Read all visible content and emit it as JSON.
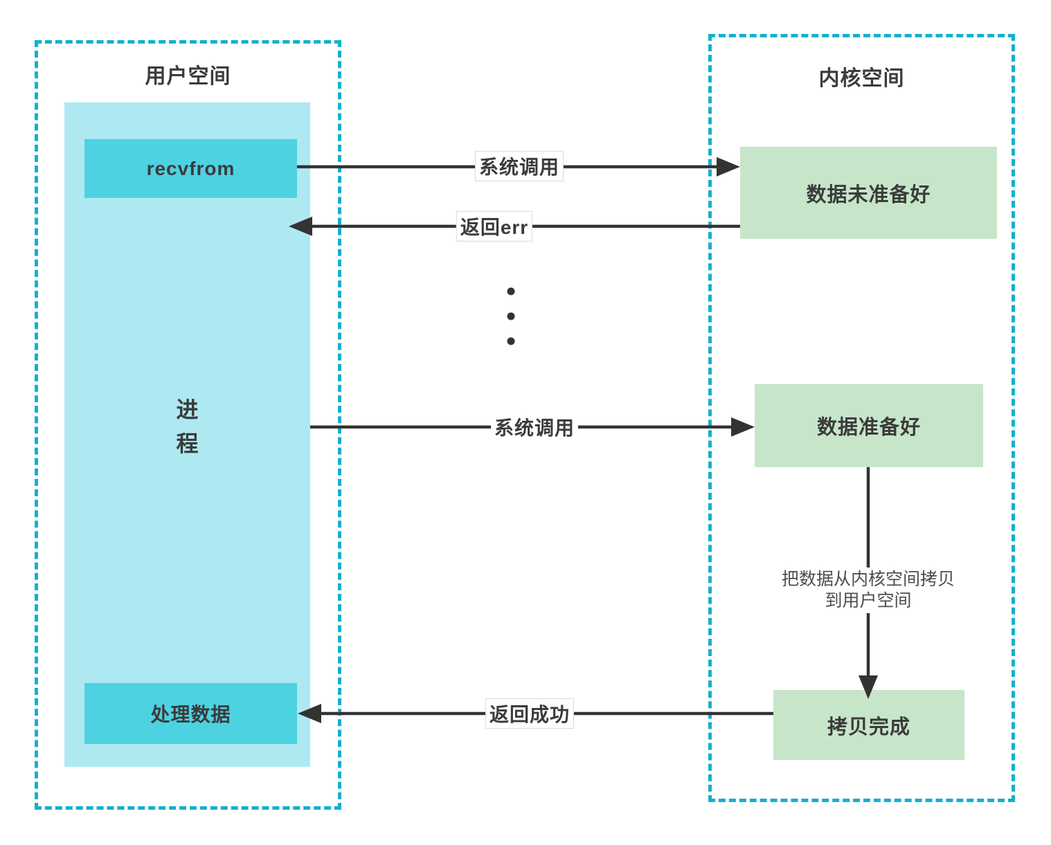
{
  "colors": {
    "dashed_border": "#14b0cd",
    "user_panel_fill": "#aee9f2",
    "user_box_fill": "#4dd2e2",
    "kernel_box_fill": "#c7e6c9",
    "arrow": "#333333",
    "text_dark": "#3b3b3b",
    "note_text": "#4d4d4d"
  },
  "user_space": {
    "title": "用户空间",
    "process": {
      "line1": "进",
      "line2": "程"
    },
    "recvfrom": "recvfrom",
    "handle_data": "处理数据"
  },
  "kernel_space": {
    "title": "内核空间",
    "states": [
      {
        "label": "数据未准备好"
      },
      {
        "label": "数据准备好"
      },
      {
        "label": "拷贝完成"
      }
    ]
  },
  "arrows": {
    "syscall1": "系统调用",
    "return_err": "返回err",
    "syscall2": "系统调用",
    "return_success": "返回成功",
    "copy_note_line1": "把数据从内核空间拷贝",
    "copy_note_line2": "到用户空间"
  }
}
